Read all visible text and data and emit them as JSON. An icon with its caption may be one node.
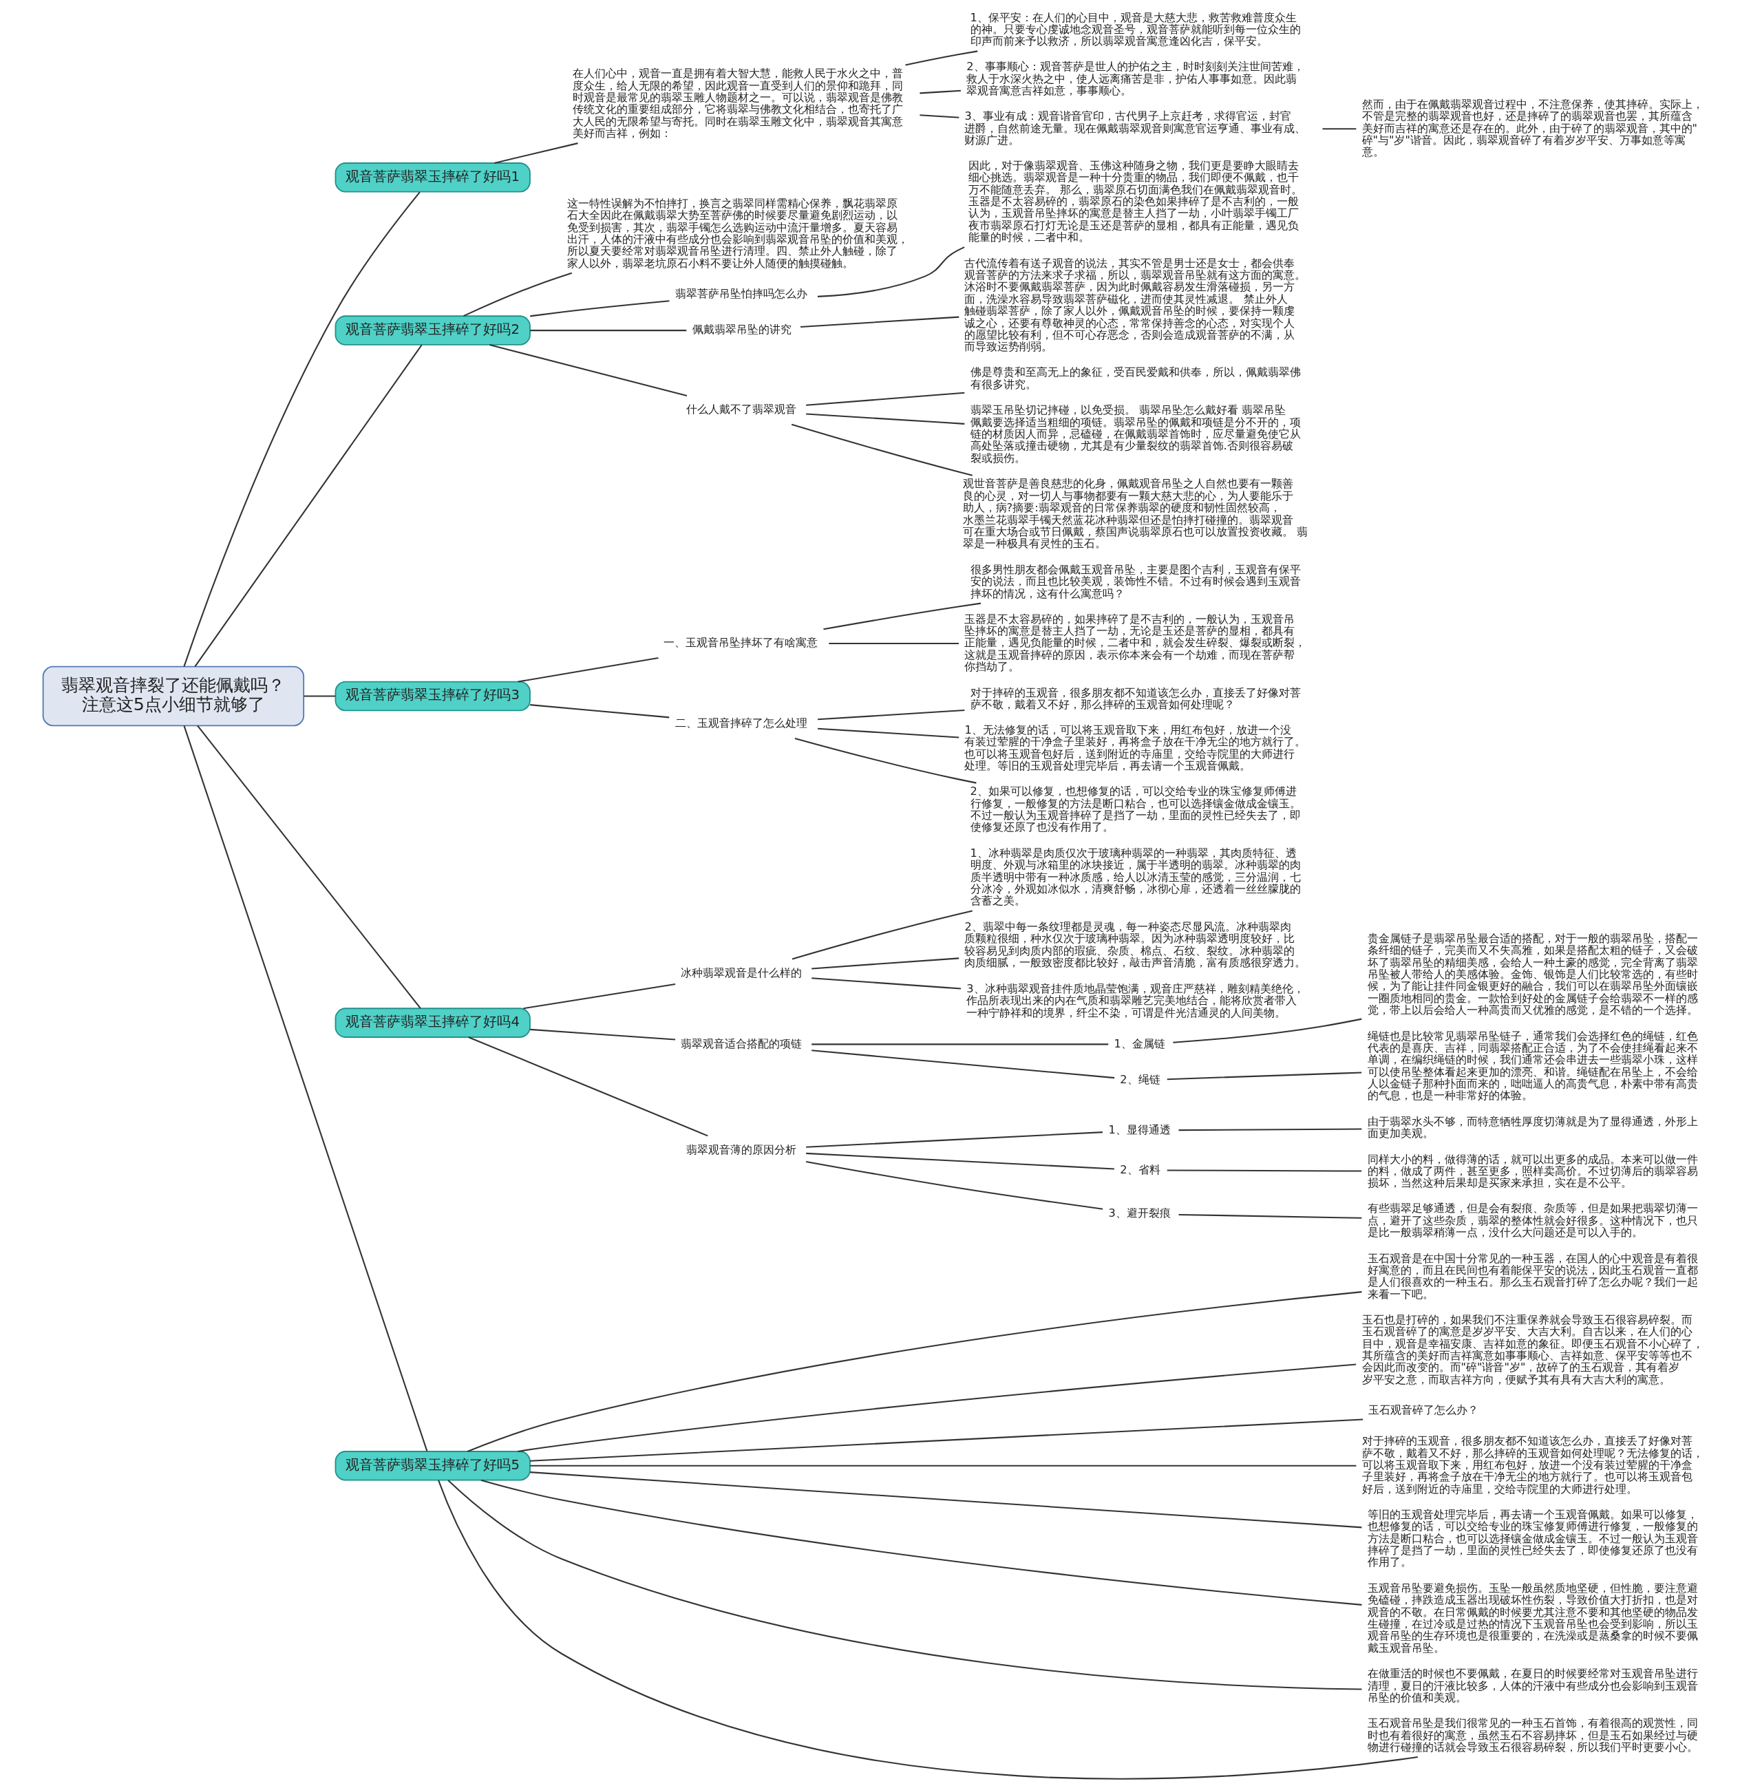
{
  "diagram": {
    "nodes": [
      {
        "text": [
          "翡翠观音摔裂了还能佩戴吗？注意这5点小细节就够了"
        ]
      },
      {
        "text": [
          "观音菩萨翡翠玉摔碎了好吗1"
        ]
      },
      {
        "text": [
          "在人们心中，观音一直是拥有着大智大慧，能救人民于水火之中，普度众生，给人无限的希望，因此观音一直受到人们的景仰和跪拜，同时观音是最常见的翡翠玉雕人物题材之一。可以说，翡翠观音是佛教传统文化的重要组成部分，它将翡翠与佛教文化相结合，也寄托了广大人民的无限希望与寄托。同时在翡翠玉雕文化中，翡翠观音其寓意美好而吉祥，例如："
        ]
      },
      {
        "text": [
          "1、保平安：在人们的心目中，观音是大慈大悲，救苦救难普度众生的神。只要专心虔诚地念观音圣号，观音菩萨就能听到每一位众生的印声而前来予以救济，所以翡翠观音寓意逢凶化吉，保平安。"
        ]
      },
      {
        "text": [
          "2、事事顺心：观音菩萨是世人的护佑之主，时时刻刻关注世间苦难，救人于水深火热之中，使人远离痛苦是非，护佑人事事如意。因此翡翠观音寓意吉祥如意，事事顺心。"
        ]
      },
      {
        "text": [
          "3、事业有成：观音谐音官印，古代男子上京赶考，求得官运，封官进爵，自然前途无量。现在佩戴翡翠观音则寓意官运亨通、事业有成、财源广进。"
        ]
      },
      {
        "text": [
          "然而，由于在佩戴翡翠观音过程中，不注意保养，使其摔碎。实际上，不管是完整的翡翠观音也好，还是摔碎了的翡翠观音也罢，其所蕴含美好而吉祥的寓意还是存在的。此外，由于碎了的翡翠观音，其中的\"碎\"与\"岁\"谐音。因此，翡翠观音碎了有着岁岁平安、万事如意等寓意。"
        ]
      },
      {
        "text": [
          "观音菩萨翡翠玉摔碎了好吗2"
        ]
      },
      {
        "text": [
          "这一特性误解为不怕摔打，换言之翡翠同样需精心保养，飘花翡翠原石大全因此在佩戴翡翠大势至菩萨佛的时候要尽量避免剧烈运动，以免受到损害，其次，翡翠手镯怎么选购运动中流汗量增多。夏天容易出汗，人体的汗液中有些成分也会影响到翡翠观音吊坠的价值和美观，所以夏天要经常对翡翠观音吊坠进行清理。四、禁止外人触碰，除了家人以外，翡翠老坑原石小料不要让外人随便的触摸碰触。"
        ]
      },
      {
        "text": [
          "翡翠菩萨吊坠怕摔吗怎么办"
        ]
      },
      {
        "text": [
          "因此，对于像翡翠观音、玉佛这种随身之物，我们更是要睁大眼睛去细心挑选。翡翠观音是一种十分贵重的物品，我们即便不佩戴，也千万不能随意丢弃。 那么，翡翠原石切面满色我们在佩戴翡翠观音时。玉器是不太容易碎的，翡翠原石的染色如果摔碎了是不吉利的，一般认为，玉观音吊坠摔坏的寓意是替主人挡了一劫，小叶翡翠手镯工厂夜市翡翠原石打灯无论是玉还是菩萨的显相，都具有正能量，遇见负能量的时候，二者中和。"
        ]
      },
      {
        "text": [
          "佩戴翡翠吊坠的讲究"
        ]
      },
      {
        "text": [
          "古代流传着有送子观音的说法，其实不管是男士还是女士，都会供奉观音菩萨的方法来求子求福，所以，翡翠观音吊坠就有这方面的寓意。沐浴时不要佩戴翡翠菩萨，因为此时佩戴容易发生滑落碰损，另一方面，洗澡水容易导致翡翠菩萨磁化，进而使其灵性减退。 禁止外人触碰翡翠菩萨，除了家人以外，佩戴观音吊坠的时候，要保持一颗虔诚之心，还要有尊敬神灵的心态，常常保持善念的心态，对实现个人的愿望比较有利，但不可心存恶念，否则会造成观音菩萨的不满，从而导致运势削弱。"
        ]
      },
      {
        "text": [
          "什么人戴不了翡翠观音"
        ]
      },
      {
        "text": [
          "佛是尊贵和至高无上的象征，受百民爱戴和供奉，所以，佩戴翡翠佛有很多讲究。"
        ]
      },
      {
        "text": [
          "翡翠玉吊坠切记摔碰，以免受损。 翡翠吊坠怎么戴好看 翡翠吊坠佩戴要选择适当粗细的项链。翡翠吊坠的佩戴和项链是分不开的，项链的材质因人而异，忌磕碰，在佩戴翡翠首饰时，应尽量避免使它从高处坠落或撞击硬物，尤其是有少量裂纹的翡翠首饰.否则很容易破裂或损伤。"
        ]
      },
      {
        "text": [
          "观世音菩萨是善良慈悲的化身，佩戴观音吊坠之人自然也要有一颗善良的心灵，对一切人与事物都要有一颗大慈大悲的心，为人要能乐于助人，病?摘要:翡翠观音的日常保养翡翠的硬度和韧性固然较高，水墨兰花翡翠手镯天然蓝花冰种翡翠但还是怕摔打碰撞的。翡翠观音可在重大场合或节日佩戴，蔡国声说翡翠原石也可以放置投资收藏。 翡翠是一种极具有灵性的玉石。"
        ]
      },
      {
        "text": [
          "观音菩萨翡翠玉摔碎了好吗3"
        ]
      },
      {
        "text": [
          "一、玉观音吊坠摔坏了有啥寓意"
        ]
      },
      {
        "text": [
          "很多男性朋友都会佩戴玉观音吊坠，主要是图个吉利，玉观音有保平安的说法，而且也比较美观，装饰性不错。不过有时候会遇到玉观音摔坏的情况，这有什么寓意吗？"
        ]
      },
      {
        "text": [
          "玉器是不太容易碎的，如果摔碎了是不吉利的，一般认为，玉观音吊坠摔坏的寓意是替主人挡了一劫，无论是玉还是菩萨的显相，都具有正能量，遇见负能量的时候，二者中和，就会发生碎裂、爆裂或断裂，这就是玉观音摔碎的原因，表示你本来会有一个劫难，而现在菩萨帮你挡劫了。"
        ]
      },
      {
        "text": [
          "二、玉观音摔碎了怎么处理"
        ]
      },
      {
        "text": [
          "对于摔碎的玉观音，很多朋友都不知道该怎么办，直接丢了好像对菩萨不敬，戴着又不好，那么摔碎的玉观音如何处理呢？"
        ]
      },
      {
        "text": [
          "1、无法修复的话，可以将玉观音取下来，用红布包好，放进一个没有装过荤腥的干净盒子里装好，再将盒子放在干净无尘的地方就行了。也可以将玉观音包好后，送到附近的寺庙里，交给寺院里的大师进行处理。等旧的玉观音处理完毕后，再去请一个玉观音佩戴。"
        ]
      },
      {
        "text": [
          "2、如果可以修复，也想修复的话，可以交给专业的珠宝修复师傅进行修复，一般修复的方法是断口粘合，也可以选择镶金做成金镶玉。不过一般认为玉观音摔碎了是挡了一劫，里面的灵性已经失去了，即使修复还原了也没有作用了。"
        ]
      },
      {
        "text": [
          "观音菩萨翡翠玉摔碎了好吗4"
        ]
      },
      {
        "text": [
          "冰种翡翠观音是什么样的"
        ]
      },
      {
        "text": [
          "1、冰种翡翠是肉质仅次于玻璃种翡翠的一种翡翠，其肉质特征、透明度、外观与冰箱里的冰块接近，属于半透明的翡翠。冰种翡翠的肉质半透明中带有一种冰质感，给人以冰清玉莹的感觉，三分温润，七分冰冷，外观如冰似水，清爽舒畅，冰彻心扉，还透着一丝丝朦胧的含蓄之美。"
        ]
      },
      {
        "text": [
          "2、翡翠中每一条纹理都是灵魂，每一种姿态尽显风流。冰种翡翠肉质颗粒很细，种水仅次于玻璃种翡翠。因为冰种翡翠透明度较好，比较容易见到肉质内部的瑕疵、杂质、棉点、石纹、裂纹。冰种翡翠的肉质细腻，一般致密度都比较好，敲击声音清脆，富有质感很穿透力。"
        ]
      },
      {
        "text": [
          "3、冰种翡翠观音挂件质地晶莹饱满，观音庄严慈祥，雕刻精美绝伦，作品所表现出来的内在气质和翡翠雕艺完美地结合，能将欣赏者带入一种宁静祥和的境界，纤尘不染，可谓是件光洁通灵的人间美物。"
        ]
      },
      {
        "text": [
          "翡翠观音适合搭配的项链"
        ]
      },
      {
        "text": [
          "1、金属链"
        ]
      },
      {
        "text": [
          "贵金属链子是翡翠吊坠最合适的搭配，对于一般的翡翠吊坠，搭配一条纤细的链子，完美而又不失高雅，如果是搭配太粗的链子，又会破坏了翡翠吊坠的精细美感，会给人一种土豪的感觉，完全背离了翡翠吊坠被人带给人的美感体验。金饰、银饰是人们比较常选的，有些时候，为了能让挂件同金银更好的融合，我们可以在翡翠吊坠外面镶嵌一圈质地相同的贵金。一款恰到好处的金属链子会给翡翠不一样的感觉，带上以后会给人一种高贵而又优雅的感觉，是不错的一个选择。"
        ]
      },
      {
        "text": [
          "2、绳链"
        ]
      },
      {
        "text": [
          "绳链也是比较常见翡翠吊坠链子，通常我们会选择红色的绳链，红色代表的是喜庆、吉祥，同翡翠搭配正合适，为了不会使挂绳看起来不单调，在编织绳链的时候，我们通常还会串进去一些翡翠小珠，这样可以使吊坠整体看起来更加的漂亮、和谐。绳链配在吊坠上，不会给人以金链子那种扑面而来的，咄咄逼人的高贵气息，朴素中带有高贵的气息，也是一种非常好的体验。"
        ]
      },
      {
        "text": [
          "翡翠观音薄的原因分析"
        ]
      },
      {
        "text": [
          "1、显得通透"
        ]
      },
      {
        "text": [
          "由于翡翠水头不够，而特意牺牲厚度切薄就是为了显得通透，外形上面更加美观。"
        ]
      },
      {
        "text": [
          "2、省料"
        ]
      },
      {
        "text": [
          "同样大小的料，做得薄的话，就可以出更多的成品。本来可以做一件的料，做成了两件，甚至更多，照样卖高价。不过切薄后的翡翠容易损坏，当然这种后果却是买家来承担，实在是不公平。"
        ]
      },
      {
        "text": [
          "3、避开裂痕"
        ]
      },
      {
        "text": [
          "有些翡翠足够通透，但是会有裂痕、杂质等，但是如果把翡翠切薄一点，避开了这些杂质，翡翠的整体性就会好很多。这种情况下，也只是比一般翡翠稍薄一点，没什么大问题还是可以入手的。"
        ]
      },
      {
        "text": [
          "观音菩萨翡翠玉摔碎了好吗5"
        ]
      },
      {
        "text": [
          "玉石观音是在中国十分常见的一种玉器，在国人的心中观音是有着很好寓意的，而且在民间也有着能保平安的说法，因此玉石观音一直都是人们很喜欢的一种玉石。那么玉石观音打碎了怎么办呢？我们一起来看一下吧。"
        ]
      },
      {
        "text": [
          "玉石也是打碎的，如果我们不注重保养就会导致玉石很容易碎裂。而玉石观音碎了的寓意是岁岁平安、大吉大利。自古以来，在人们的心目中，观音是幸福安康、吉祥如意的象征。即便玉石观音不小心碎了，其所蕴含的美好而吉祥寓意如事事顺心、吉祥如意、保平安等等也不会因此而改变的。而\"碎\"谐音\"岁\"，故碎了的玉石观音，其有着岁岁平安之意，而取吉祥方向，便赋予其有具有大吉大利的寓意。"
        ]
      },
      {
        "text": [
          "玉石观音碎了怎么办？"
        ]
      },
      {
        "text": [
          "对于摔碎的玉观音，很多朋友都不知道该怎么办，直接丢了好像对菩萨不敬，戴着又不好，那么摔碎的玉观音如何处理呢？无法修复的话，可以将玉观音取下来，用红布包好，放进一个没有装过荤腥的干净盒子里装好，再将盒子放在干净无尘的地方就行了。也可以将玉观音包好后，送到附近的寺庙里，交给寺院里的大师进行处理。"
        ]
      },
      {
        "text": [
          "等旧的玉观音处理完毕后，再去请一个玉观音佩戴。如果可以修复，也想修复的话，可以交给专业的珠宝修复师傅进行修复，一般修复的方法是断口粘合，也可以选择镶金做成金镶玉。不过一般认为玉观音摔碎了是挡了一劫，里面的灵性已经失去了，即使修复还原了也没有作用了。"
        ]
      },
      {
        "text": [
          "玉观音吊坠要避免损伤。玉坠一般虽然质地坚硬，但性脆，要注意避免磕碰，摔跌造成玉器出现破坏性伤裂，导致价值大打折扣，也是对观音的不敬。在日常佩戴的时候要尤其注意不要和其他坚硬的物品发生碰撞，在过冷或是过热的情况下玉观音吊坠也会受到影响，所以玉观音吊坠的生存环境也是很重要的，在洗澡或是蒸桑拿的时候不要佩戴玉观音吊坠。"
        ]
      },
      {
        "text": [
          "在做重活的时候也不要佩戴，在夏日的时候要经常对玉观音吊坠进行清理，夏日的汗液比较多，人体的汗液中有些成分也会影响到玉观音吊坠的价值和美观。"
        ]
      },
      {
        "text": [
          "玉石观音吊坠是我们很常见的一种玉石首饰，有着很高的观赏性，同时也有着很好的寓意，虽然玉石不容易摔坏，但是玉石如果经过与硬物进行碰撞的话就会导致玉石很容易碎裂，所以我们平时更要小心。"
        ]
      }
    ],
    "edges": [
      {
        "from": 0,
        "to": 1,
        "arrow": "none"
      },
      {
        "from": 1,
        "to": 2,
        "arrow": "none"
      },
      {
        "from": 2,
        "to": 3,
        "arrow": "none"
      },
      {
        "from": 2,
        "to": 4,
        "arrow": "none"
      },
      {
        "from": 2,
        "to": 5,
        "arrow": "none"
      },
      {
        "from": 5,
        "to": 6,
        "arrow": "none"
      },
      {
        "from": 0,
        "to": 7,
        "arrow": "none"
      },
      {
        "from": 7,
        "to": 8,
        "arrow": "none"
      },
      {
        "from": 7,
        "to": 9,
        "arrow": "none"
      },
      {
        "from": 9,
        "to": 10,
        "arrow": "none"
      },
      {
        "from": 7,
        "to": 11,
        "arrow": "none"
      },
      {
        "from": 11,
        "to": 12,
        "arrow": "none"
      },
      {
        "from": 7,
        "to": 13,
        "arrow": "none"
      },
      {
        "from": 13,
        "to": 14,
        "arrow": "none"
      },
      {
        "from": 13,
        "to": 15,
        "arrow": "none"
      },
      {
        "from": 13,
        "to": 16,
        "arrow": "none"
      },
      {
        "from": 0,
        "to": 17,
        "arrow": "none"
      },
      {
        "from": 17,
        "to": 18,
        "arrow": "none"
      },
      {
        "from": 18,
        "to": 19,
        "arrow": "none"
      },
      {
        "from": 18,
        "to": 20,
        "arrow": "none"
      },
      {
        "from": 17,
        "to": 21,
        "arrow": "none"
      },
      {
        "from": 21,
        "to": 22,
        "arrow": "none"
      },
      {
        "from": 21,
        "to": 23,
        "arrow": "none"
      },
      {
        "from": 21,
        "to": 24,
        "arrow": "none"
      },
      {
        "from": 0,
        "to": 25,
        "arrow": "none"
      },
      {
        "from": 25,
        "to": 26,
        "arrow": "none"
      },
      {
        "from": 26,
        "to": 27,
        "arrow": "none"
      },
      {
        "from": 26,
        "to": 28,
        "arrow": "none"
      },
      {
        "from": 26,
        "to": 29,
        "arrow": "none"
      },
      {
        "from": 25,
        "to": 30,
        "arrow": "none"
      },
      {
        "from": 30,
        "to": 31,
        "arrow": "none"
      },
      {
        "from": 31,
        "to": 32,
        "arrow": "none"
      },
      {
        "from": 30,
        "to": 33,
        "arrow": "none"
      },
      {
        "from": 33,
        "to": 34,
        "arrow": "none"
      },
      {
        "from": 25,
        "to": 35,
        "arrow": "none"
      },
      {
        "from": 35,
        "to": 36,
        "arrow": "none"
      },
      {
        "from": 36,
        "to": 37,
        "arrow": "none"
      },
      {
        "from": 35,
        "to": 38,
        "arrow": "none"
      },
      {
        "from": 38,
        "to": 39,
        "arrow": "none"
      },
      {
        "from": 35,
        "to": 40,
        "arrow": "none"
      },
      {
        "from": 40,
        "to": 41,
        "arrow": "none"
      },
      {
        "from": 0,
        "to": 42,
        "arrow": "none"
      },
      {
        "from": 42,
        "to": 43,
        "arrow": "none"
      },
      {
        "from": 42,
        "to": 44,
        "arrow": "none"
      },
      {
        "from": 42,
        "to": 45,
        "arrow": "none"
      },
      {
        "from": 42,
        "to": 46,
        "arrow": "none"
      },
      {
        "from": 42,
        "to": 47,
        "arrow": "none"
      },
      {
        "from": 42,
        "to": 48,
        "arrow": "none"
      },
      {
        "from": 42,
        "to": 49,
        "arrow": "none"
      },
      {
        "from": 42,
        "to": 50,
        "arrow": "none"
      }
    ]
  }
}
